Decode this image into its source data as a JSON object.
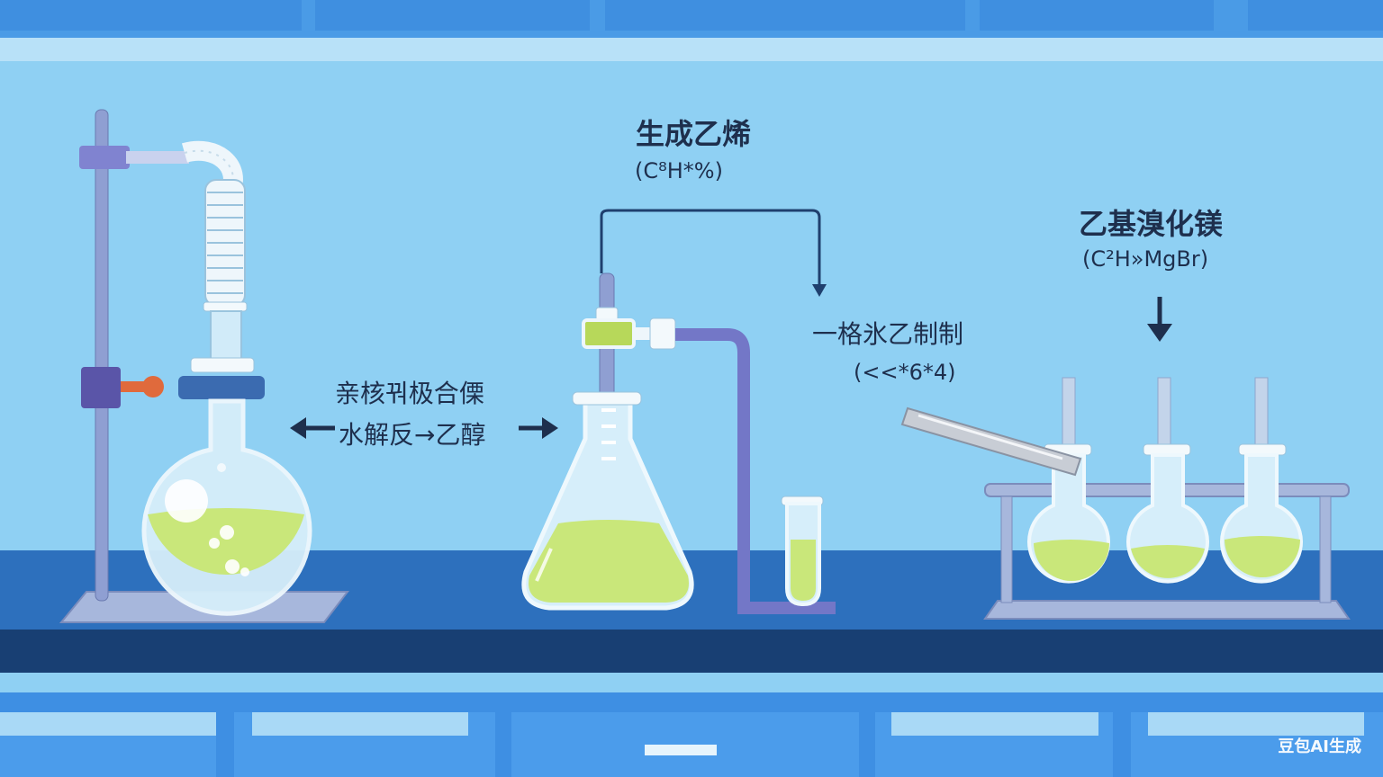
{
  "labels": {
    "ethylene_title": "生成乙烯",
    "ethylene_formula": "(C⁸H*%)",
    "grignard_title": "乙基溴化镁",
    "grignard_formula": "(C²H»MgBr)",
    "mid_title": "一格氷乙制制",
    "mid_formula": "(<<*6*4)",
    "left_line1": "亲核꿔极合傈",
    "left_line2": "水解反→乙醇"
  },
  "watermark": "豆包AI生成",
  "colors": {
    "background_wall": "#8fd0f3",
    "cabinet_top": "#3e8fe3",
    "counter_dark": "#1f4b84",
    "liquid": "#c9e77a",
    "text": "#1e2f4d"
  }
}
